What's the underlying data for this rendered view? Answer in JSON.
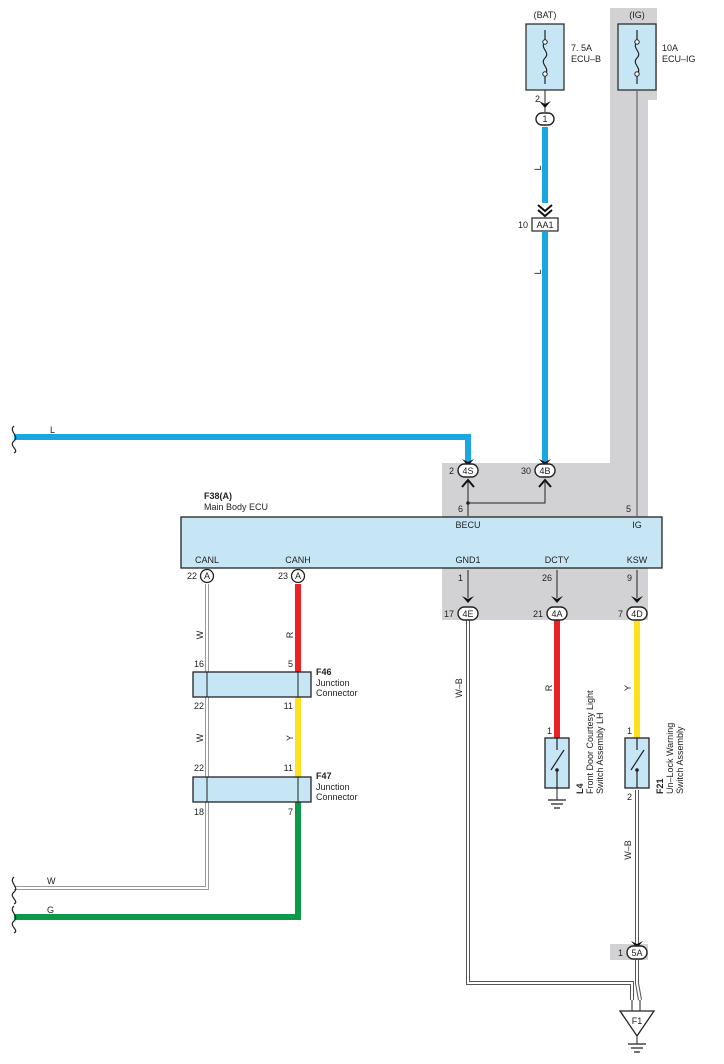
{
  "fuses": {
    "bat": {
      "supply": "(BAT)",
      "rating": "7. 5A",
      "name": "ECU–B"
    },
    "ig": {
      "supply": "(IG)",
      "rating": "10A",
      "name": "ECU–IG"
    }
  },
  "connectors": {
    "c1": "1",
    "aa1": "AA1",
    "c4s": "4S",
    "c4b": "4B",
    "a": "A",
    "c4e": "4E",
    "c4a": "4A",
    "c4d": "4D",
    "c5a": "5A",
    "f1": "F1"
  },
  "pins": {
    "bat_out": "2",
    "aa1": "10",
    "c4s": "2",
    "c4b": "30",
    "becu_in": "6",
    "ig_in": "5",
    "canl": "22",
    "canh": "23",
    "gnd1": "1",
    "dcty": "26",
    "ksw": "9",
    "c4e": "17",
    "c4a": "21",
    "c4d": "7",
    "f46_tl": "16",
    "f46_tr": "5",
    "f46_bl": "22",
    "f46_br": "11",
    "f47_tl": "22",
    "f47_tr": "11",
    "f47_bl": "18",
    "f47_br": "7",
    "l4": "1",
    "f21_top": "1",
    "f21_bot": "2",
    "c5a": "1"
  },
  "wires": {
    "l1": "L",
    "l2": "L",
    "l_left": "L",
    "w1": "W",
    "w2": "W",
    "r1": "R",
    "y1": "Y",
    "r2": "R",
    "y2": "Y",
    "wb1": "W–B",
    "wb2": "W–B",
    "w_left": "W",
    "g_left": "G"
  },
  "ecu": {
    "id": "F38(A)",
    "name": "Main Body ECU",
    "becu": "BECU",
    "ig": "IG",
    "canl": "CANL",
    "canh": "CANH",
    "gnd1": "GND1",
    "dcty": "DCTY",
    "ksw": "KSW"
  },
  "junction_f46": {
    "id": "F46",
    "line1": "Junction",
    "line2": "Connector"
  },
  "junction_f47": {
    "id": "F47",
    "line1": "Junction",
    "line2": "Connector"
  },
  "switch_l4": {
    "id": "L4",
    "line1": "Front Door Courtesy Light",
    "line2": "Switch Assembly LH"
  },
  "switch_f21": {
    "id": "F21",
    "line1": "Un–Lock Warning",
    "line2": "Switch Assembly"
  },
  "colors": {
    "blue": "#1aa6e0",
    "red": "#ee2124",
    "yellow": "#ffe11a",
    "green": "#0d9a48",
    "shade": "#d2d2d4",
    "component": "#c6e6f6"
  }
}
